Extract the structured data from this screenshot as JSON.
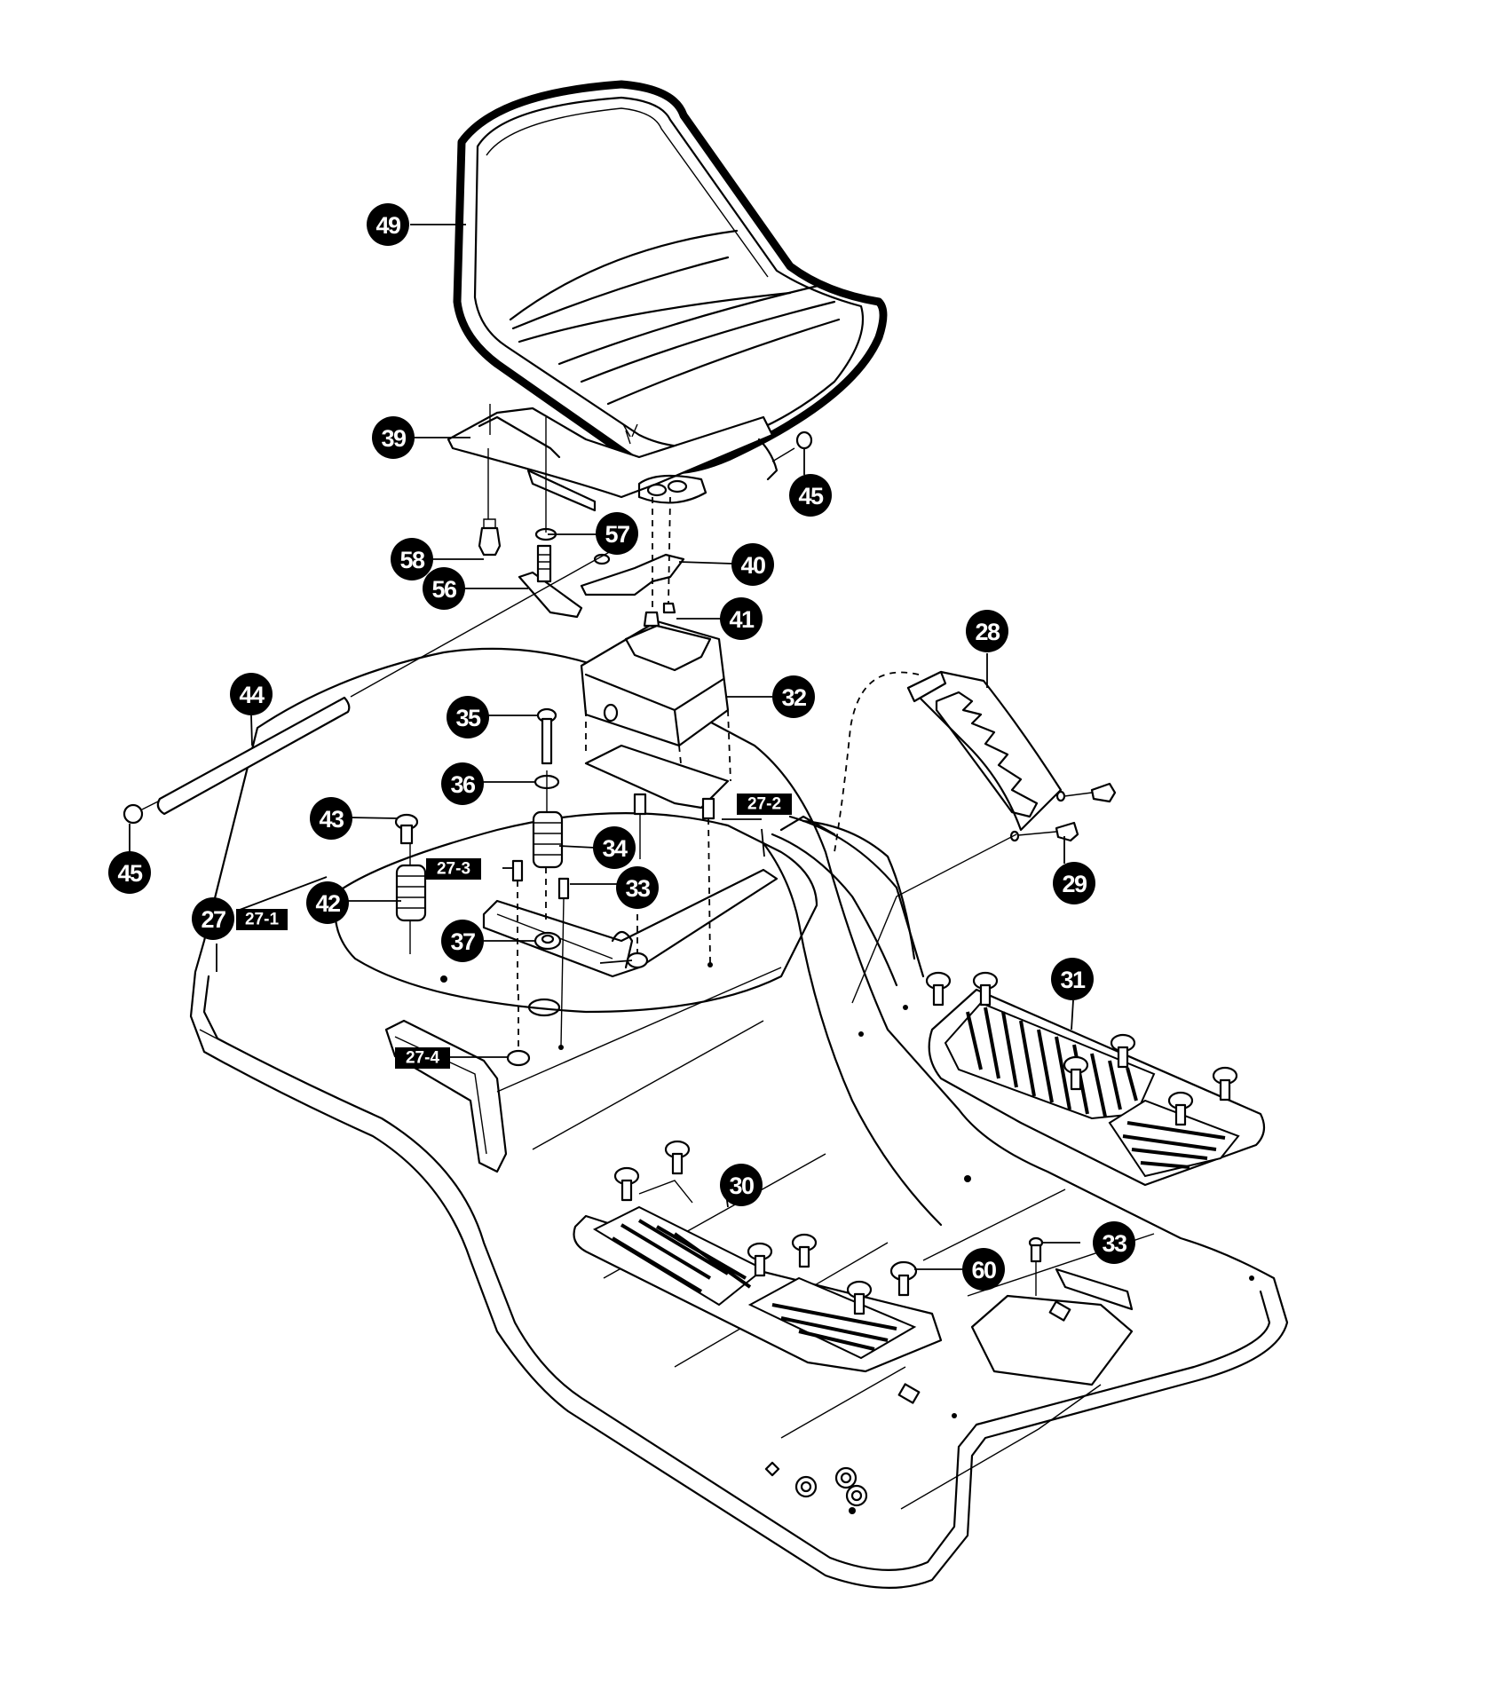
{
  "diagram": {
    "subject": "Riding mower seat and fender/footrest assembly exploded parts view",
    "callouts": [
      {
        "id": "c49",
        "label": "49",
        "part": "seat"
      },
      {
        "id": "c39",
        "label": "39",
        "part": "seat-pan-bracket"
      },
      {
        "id": "c45a",
        "label": "45",
        "part": "rod-end-cap-right"
      },
      {
        "id": "c57",
        "label": "57",
        "part": "washer"
      },
      {
        "id": "c58",
        "label": "58",
        "part": "seat-switch"
      },
      {
        "id": "c40",
        "label": "40",
        "part": "slide-plate"
      },
      {
        "id": "c56",
        "label": "56",
        "part": "seat-adjust-knob"
      },
      {
        "id": "c41",
        "label": "41",
        "part": "stud-bolt"
      },
      {
        "id": "c28",
        "label": "28",
        "part": "height-adjust-plate"
      },
      {
        "id": "c44",
        "label": "44",
        "part": "pivot-rod"
      },
      {
        "id": "c32",
        "label": "32",
        "part": "seat-mount-cover"
      },
      {
        "id": "c35",
        "label": "35",
        "part": "bolt"
      },
      {
        "id": "c36",
        "label": "36",
        "part": "washer"
      },
      {
        "id": "c43",
        "label": "43",
        "part": "bolt"
      },
      {
        "id": "c45b",
        "label": "45",
        "part": "rod-end-cap-left"
      },
      {
        "id": "c34",
        "label": "34",
        "part": "spring"
      },
      {
        "id": "c29",
        "label": "29",
        "part": "screw"
      },
      {
        "id": "c33a",
        "label": "33",
        "part": "bolt"
      },
      {
        "id": "c42",
        "label": "42",
        "part": "spring"
      },
      {
        "id": "c27",
        "label": "27",
        "part": "fender-body"
      },
      {
        "id": "c37",
        "label": "37",
        "part": "nut"
      },
      {
        "id": "c31",
        "label": "31",
        "part": "right-footrest-mat"
      },
      {
        "id": "c30",
        "label": "30",
        "part": "left-footrest-mat"
      },
      {
        "id": "c33b",
        "label": "33",
        "part": "bolt"
      },
      {
        "id": "c60",
        "label": "60",
        "part": "push-rivet"
      }
    ],
    "sub_tags": [
      {
        "id": "t27-1",
        "label": "27-1"
      },
      {
        "id": "t27-2",
        "label": "27-2"
      },
      {
        "id": "t27-3",
        "label": "27-3"
      },
      {
        "id": "t27-4",
        "label": "27-4"
      }
    ]
  }
}
